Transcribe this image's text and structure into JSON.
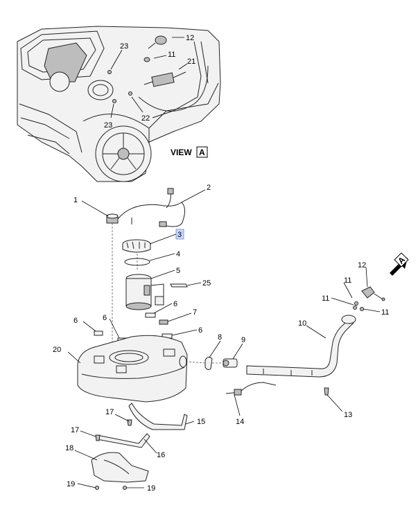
{
  "view_label": "VIEW",
  "view_letter": "A",
  "arrow_letter": "A",
  "highlight_color": "#c9d9ff",
  "callouts": {
    "inset": {
      "c12": "12",
      "c11": "11",
      "c21": "21",
      "c23a": "23",
      "c23b": "23",
      "c22": "22"
    },
    "main": {
      "c1": "1",
      "c2": "2",
      "c3": "3",
      "c4": "4",
      "c5": "5",
      "c25": "25",
      "c6a": "6",
      "c6b": "6",
      "c6c": "6",
      "c6d": "6",
      "c7": "7",
      "c8": "8",
      "c9": "9",
      "c10": "10",
      "c11a": "11",
      "c11b": "11",
      "c11c": "11",
      "c12": "12",
      "c13": "13",
      "c14": "14",
      "c15": "15",
      "c16": "16",
      "c17a": "17",
      "c17b": "17",
      "c18": "18",
      "c19a": "19",
      "c19b": "19",
      "c20": "20"
    }
  }
}
